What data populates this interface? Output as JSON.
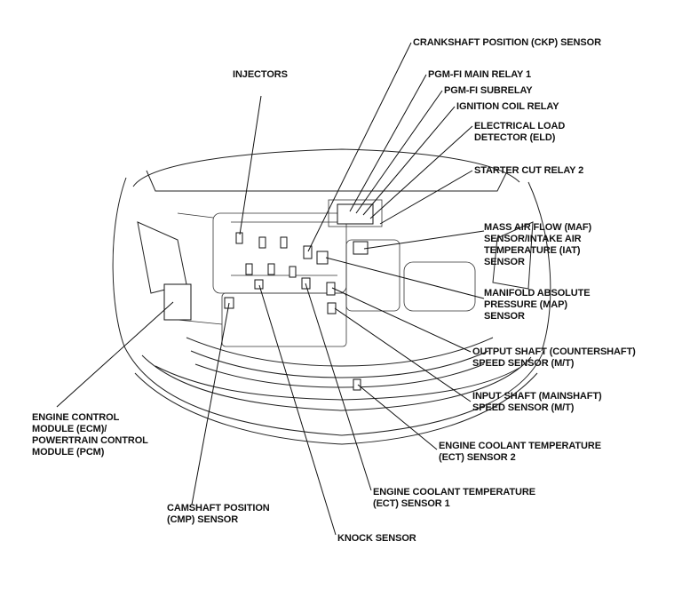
{
  "labels": {
    "ckp": "CRANKSHAFT POSITION (CKP) SENSOR",
    "main_relay": "PGM-FI MAIN RELAY 1",
    "subrelay": "PGM-FI SUBRELAY",
    "ign_coil_relay": "IGNITION COIL RELAY",
    "eld": "ELECTRICAL LOAD\nDETECTOR (ELD)",
    "starter_cut": "STARTER CUT RELAY 2",
    "injectors": "INJECTORS",
    "maf": "MASS AIR FLOW (MAF)\nSENSOR/INTAKE AIR\nTEMPERATURE (IAT)\nSENSOR",
    "map": "MANIFOLD ABSOLUTE\nPRESSURE (MAP)\nSENSOR",
    "output_shaft": "OUTPUT SHAFT (COUNTERSHAFT)\nSPEED SENSOR (M/T)",
    "input_shaft": "INPUT SHAFT (MAINSHAFT)\nSPEED SENSOR (M/T)",
    "ect2": "ENGINE COOLANT TEMPERATURE\n(ECT) SENSOR 2",
    "ecm": "ENGINE CONTROL\nMODULE (ECM)/\nPOWERTRAIN CONTROL\nMODULE (PCM)",
    "ect1": "ENGINE COOLANT TEMPERATURE\n(ECT) SENSOR 1",
    "cmp": "CAMSHAFT POSITION\n(CMP) SENSOR",
    "knock": "KNOCK SENSOR"
  }
}
